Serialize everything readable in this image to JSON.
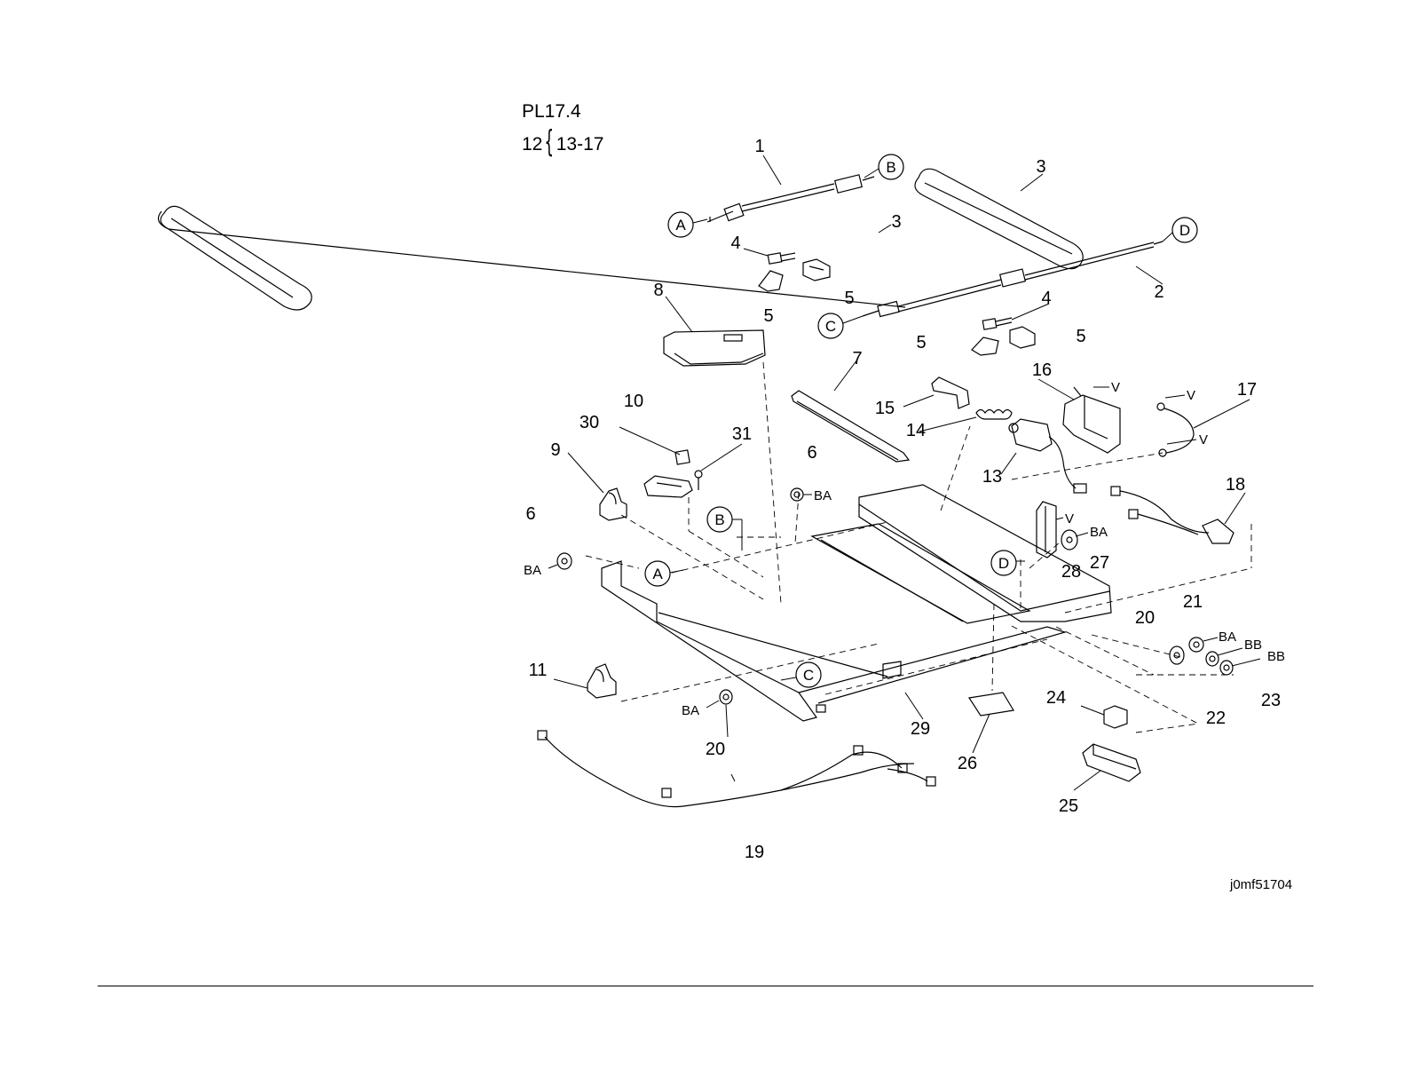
{
  "header": {
    "title": "PL17.4",
    "assembly_parent": "12",
    "assembly_range": "13-17"
  },
  "figure_id": "j0mf51704",
  "part_callouts": [
    {
      "n": "1"
    },
    {
      "n": "2"
    },
    {
      "n": "3"
    },
    {
      "n": "3"
    },
    {
      "n": "4"
    },
    {
      "n": "4"
    },
    {
      "n": "5"
    },
    {
      "n": "5"
    },
    {
      "n": "5"
    },
    {
      "n": "5"
    },
    {
      "n": "6"
    },
    {
      "n": "6"
    },
    {
      "n": "7"
    },
    {
      "n": "8"
    },
    {
      "n": "9"
    },
    {
      "n": "10"
    },
    {
      "n": "11"
    },
    {
      "n": "13"
    },
    {
      "n": "14"
    },
    {
      "n": "15"
    },
    {
      "n": "16"
    },
    {
      "n": "17"
    },
    {
      "n": "18"
    },
    {
      "n": "19"
    },
    {
      "n": "20"
    },
    {
      "n": "20"
    },
    {
      "n": "21"
    },
    {
      "n": "22"
    },
    {
      "n": "23"
    },
    {
      "n": "24"
    },
    {
      "n": "25"
    },
    {
      "n": "26"
    },
    {
      "n": "27"
    },
    {
      "n": "28"
    },
    {
      "n": "29"
    },
    {
      "n": "30"
    },
    {
      "n": "31"
    }
  ],
  "connection_letters": [
    "A",
    "B",
    "C",
    "D",
    "B",
    "A",
    "C",
    "D"
  ],
  "fastener_tags": [
    "BA",
    "BA",
    "BA",
    "BA",
    "BA",
    "BB",
    "BB",
    "V",
    "V",
    "V",
    "V"
  ]
}
